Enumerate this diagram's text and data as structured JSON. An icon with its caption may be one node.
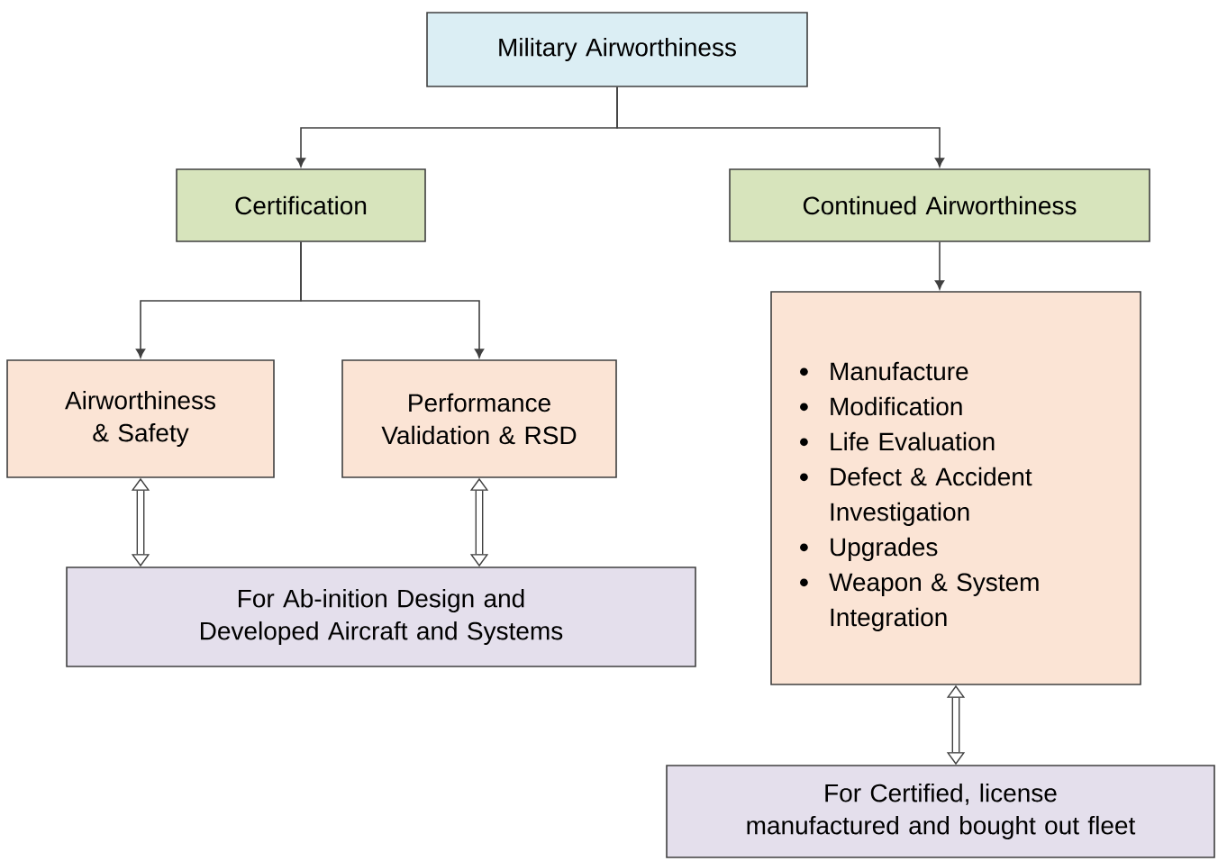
{
  "diagram": {
    "nodes": [
      {
        "text": [
          "Military Airworthiness"
        ]
      },
      {
        "text": [
          "Certification"
        ]
      },
      {
        "text": [
          "Continued Airworthiness"
        ]
      },
      {
        "text": [
          "Airworthiness & Safety"
        ]
      },
      {
        "text": [
          "Performance Validation & RSD"
        ]
      },
      {
        "text": [
          "For Ab-inition Design and Developed Aircraft and Systems"
        ]
      },
      {
        "text": [
          "Manufacture",
          "Modification",
          "Life Evaluation",
          "Defect & Accident Investigation",
          "Upgrades",
          "Weapon & System Integration"
        ]
      },
      {
        "text": [
          "For Certified, license manufactured and bought out fleet"
        ]
      }
    ],
    "edges": [
      {
        "from": 0,
        "to": 1,
        "arrow": "to"
      },
      {
        "from": 0,
        "to": 2,
        "arrow": "to"
      },
      {
        "from": 1,
        "to": 3,
        "arrow": "to"
      },
      {
        "from": 1,
        "to": 4,
        "arrow": "to"
      },
      {
        "from": 2,
        "to": 6,
        "arrow": "to"
      },
      {
        "from": 3,
        "to": 5,
        "arrow": "both",
        "style": "thick"
      },
      {
        "from": 4,
        "to": 5,
        "arrow": "both",
        "style": "thick"
      },
      {
        "from": 6,
        "to": 7,
        "arrow": "both",
        "style": "thick"
      }
    ]
  }
}
